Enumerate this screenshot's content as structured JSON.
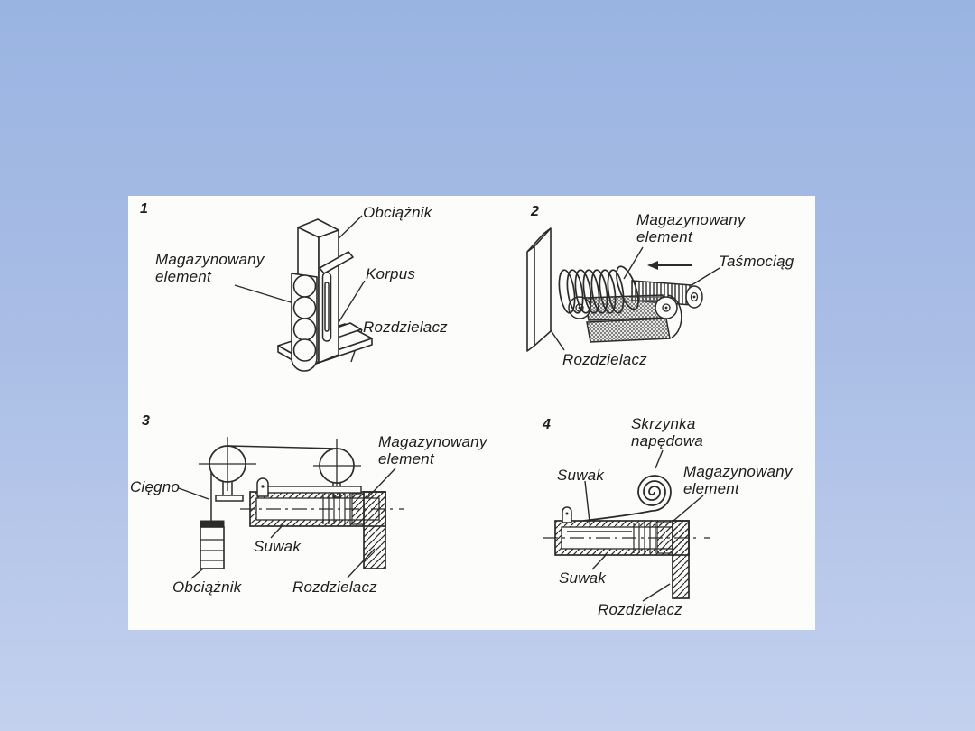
{
  "page": {
    "background_top": "#9ab4e2",
    "background_bottom": "#c3d1ee",
    "paper": "#fcfcfa",
    "ink": "#2b2b2b"
  },
  "figures": [
    {
      "number": "1",
      "labels": {
        "obciaznik": "Obciążnik",
        "magazynowany_element": "Magazynowany element",
        "korpus": "Korpus",
        "rozdzielacz": "Rozdzielacz"
      }
    },
    {
      "number": "2",
      "labels": {
        "magazynowany_element": "Magazynowany element",
        "tasmociag": "Taśmociąg",
        "rozdzielacz": "Rozdzielacz"
      }
    },
    {
      "number": "3",
      "labels": {
        "ciegno": "Cięgno",
        "magazynowany_element": "Magazynowany element",
        "suwak": "Suwak",
        "obciaznik": "Obciążnik",
        "rozdzielacz": "Rozdzielacz"
      }
    },
    {
      "number": "4",
      "labels": {
        "skrzynka_napedowa": "Skrzynka napędowa",
        "suwak_gorny": "Suwak",
        "magazynowany_element": "Magazynowany element",
        "suwak_dolny": "Suwak",
        "rozdzielacz": "Rozdzielacz"
      }
    }
  ]
}
